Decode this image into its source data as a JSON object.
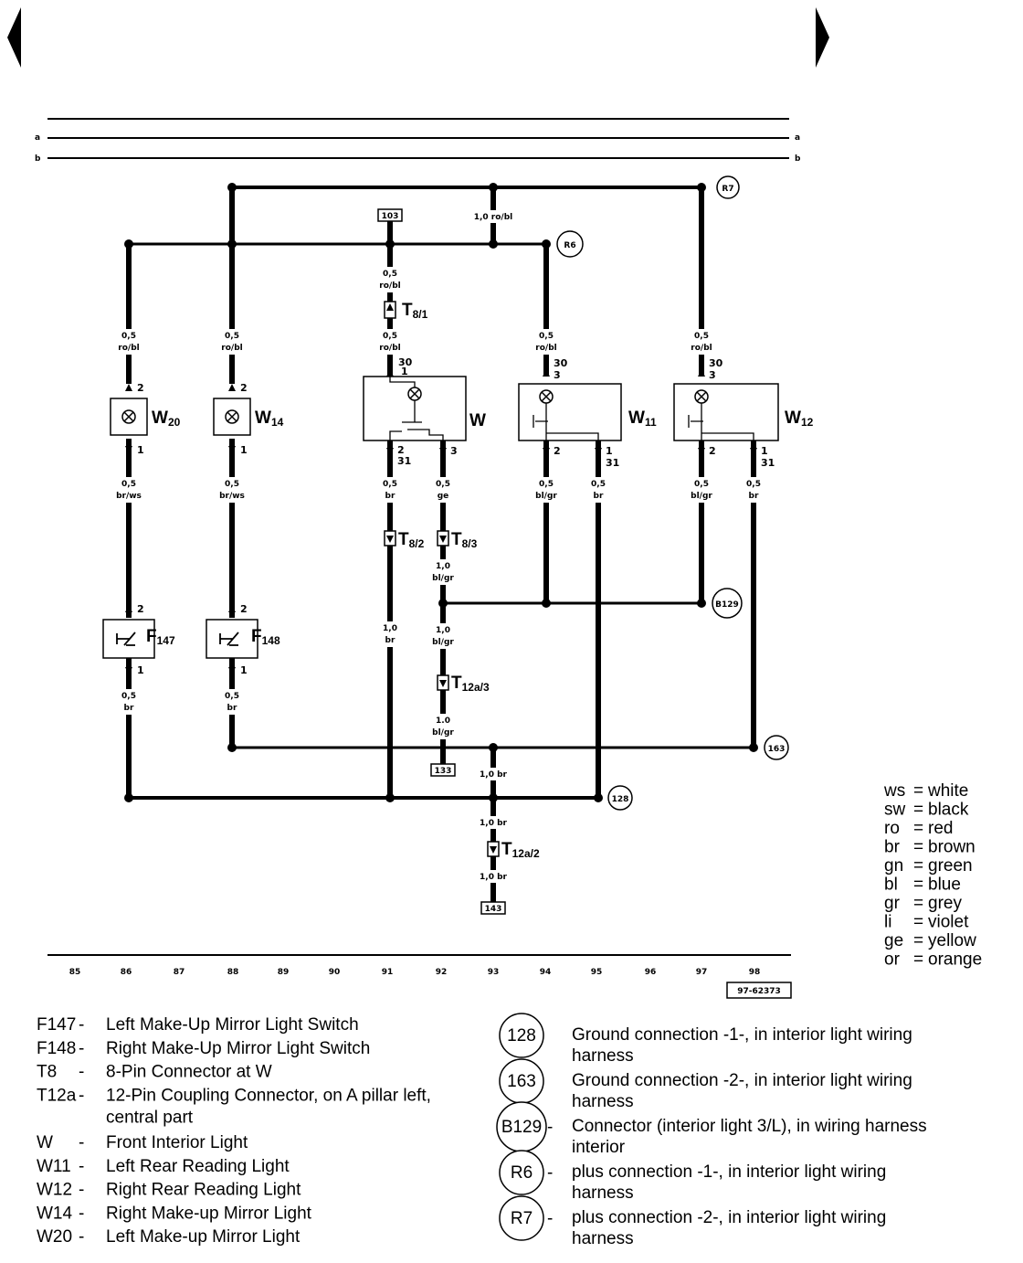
{
  "nav": {
    "prev_label": "previous page",
    "next_label": "next page"
  },
  "rails": {
    "a": "a",
    "b": "b"
  },
  "diagram_id": "97-62373",
  "columns": [
    "85",
    "86",
    "87",
    "88",
    "89",
    "90",
    "91",
    "92",
    "93",
    "94",
    "95",
    "96",
    "97",
    "98"
  ],
  "wire_labels": {
    "w86_top": [
      "0,5",
      "ro/bl"
    ],
    "w88_top": [
      "0,5",
      "ro/bl"
    ],
    "w91_a": [
      "0,5",
      "ro/bl"
    ],
    "w91_b": [
      "0,5",
      "ro/bl"
    ],
    "w93_top": "1,0 ro/bl",
    "w94_top": [
      "0,5",
      "ro/bl"
    ],
    "w97_top": [
      "0,5",
      "ro/bl"
    ],
    "w86_mid": [
      "0,5",
      "br/ws"
    ],
    "w88_mid": [
      "0,5",
      "br/ws"
    ],
    "w86_bot": [
      "0,5",
      "br"
    ],
    "w88_bot": [
      "0,5",
      "br"
    ],
    "w91_mid": [
      "0,5",
      "br"
    ],
    "w92_mid": [
      "0,5",
      "ge"
    ],
    "w91_bot": [
      "1,0",
      "br"
    ],
    "w92_b": [
      "1,0",
      "bl/gr"
    ],
    "w92_c": [
      "1,0",
      "bl/gr"
    ],
    "w92_d": [
      "1.0",
      "bl/gr"
    ],
    "w94_mid": [
      "0,5",
      "bl/gr"
    ],
    "w95_mid": [
      "0,5",
      "br"
    ],
    "w97_mid": [
      "0,5",
      "bl/gr"
    ],
    "w98_mid": [
      "0,5",
      "br"
    ],
    "w93_a": "1,0 br",
    "w93_b": "1,0 br",
    "w93_c": "1,0 br"
  },
  "pins": {
    "w20_top": "2",
    "w20_bot": "1",
    "w14_top": "2",
    "w14_bot": "1",
    "f147_top": "2",
    "f147_bot": "1",
    "f148_top": "2",
    "f148_bot": "1",
    "w_in_num": "30",
    "w_in_pin": "1",
    "w_out1_pin": "2",
    "w_out1_num": "31",
    "w_out2_pin": "3",
    "w11_in_num": "30",
    "w11_in_pin": "3",
    "w11_out1_pin": "2",
    "w11_out2_pin": "1",
    "w11_out2_num": "31",
    "w12_in_num": "30",
    "w12_in_pin": "3",
    "w12_out1_pin": "2",
    "w12_out2_pin": "1",
    "w12_out2_num": "31"
  },
  "components": {
    "w20": {
      "main": "W",
      "sub": "20"
    },
    "w14": {
      "main": "W",
      "sub": "14"
    },
    "w": {
      "main": "W",
      "sub": ""
    },
    "w11": {
      "main": "W",
      "sub": "11"
    },
    "w12": {
      "main": "W",
      "sub": "12"
    },
    "f147": {
      "main": "F",
      "sub": "147"
    },
    "f148": {
      "main": "F",
      "sub": "148"
    },
    "t8_1": {
      "main": "T",
      "sub": "8/1"
    },
    "t8_2": {
      "main": "T",
      "sub": "8/2"
    },
    "t8_3": {
      "main": "T",
      "sub": "8/3"
    },
    "t12a_3": {
      "main": "T",
      "sub": "12a/3"
    },
    "t12a_2": {
      "main": "T",
      "sub": "12a/2"
    }
  },
  "refs": {
    "r103": "103",
    "r133": "133",
    "r143": "143"
  },
  "grounds": {
    "r7": "R7",
    "r6": "R6",
    "b129": "B129",
    "g163": "163",
    "g128": "128"
  },
  "colors": {
    "title": "",
    "items": [
      {
        "code": "ws",
        "name": "white"
      },
      {
        "code": "sw",
        "name": "black"
      },
      {
        "code": "ro",
        "name": "red"
      },
      {
        "code": "br",
        "name": "brown"
      },
      {
        "code": "gn",
        "name": "green"
      },
      {
        "code": "bl",
        "name": "blue"
      },
      {
        "code": "gr",
        "name": "grey"
      },
      {
        "code": "li",
        "name": "violet"
      },
      {
        "code": "ge",
        "name": "yellow"
      },
      {
        "code": "or",
        "name": "orange"
      }
    ]
  },
  "legend_left": [
    {
      "code": "F147",
      "dash": "-",
      "desc": [
        "Left Make-Up Mirror Light Switch"
      ]
    },
    {
      "code": "F148",
      "dash": "-",
      "desc": [
        "Right Make-Up Mirror Light Switch"
      ]
    },
    {
      "code": "T8",
      "dash": "-",
      "desc": [
        "8-Pin Connector at W"
      ]
    },
    {
      "code": "T12a",
      "dash": "-",
      "desc": [
        "12-Pin Coupling Connector, on A pillar left,",
        "central part"
      ]
    },
    {
      "code": "W",
      "dash": "-",
      "desc": [
        "Front Interior Light"
      ]
    },
    {
      "code": "W11",
      "dash": "-",
      "desc": [
        "Left Rear Reading Light"
      ]
    },
    {
      "code": "W12",
      "dash": "-",
      "desc": [
        "Right Rear Reading Light"
      ]
    },
    {
      "code": "W14",
      "dash": "-",
      "desc": [
        "Right Make-up Mirror Light"
      ]
    },
    {
      "code": "W20",
      "dash": "-",
      "desc": [
        "Left Make-up Mirror Light"
      ]
    }
  ],
  "legend_right": [
    {
      "symbol": "128",
      "dash": "",
      "desc": [
        "Ground connection -1-, in interior light wiring",
        "harness"
      ]
    },
    {
      "symbol": "163",
      "dash": "",
      "desc": [
        "Ground connection -2-, in interior light wiring",
        "harness"
      ]
    },
    {
      "symbol": "B129",
      "dash": "-",
      "desc": [
        "Connector (interior light 3/L), in wiring harness",
        "interior"
      ]
    },
    {
      "symbol": "R6",
      "dash": "-",
      "desc": [
        " plus connection -1-, in interior light wiring",
        "harness"
      ]
    },
    {
      "symbol": "R7",
      "dash": "-",
      "desc": [
        " plus connection -2-, in interior light wiring",
        "harness"
      ]
    }
  ]
}
